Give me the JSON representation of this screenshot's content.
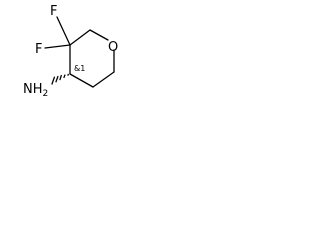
{
  "molecule": {
    "atoms": {
      "f_upper": "F",
      "f_lower": "F",
      "oxygen": "O",
      "amine": "NH",
      "amine_subscript": "2",
      "stereo_label": "&1"
    }
  }
}
